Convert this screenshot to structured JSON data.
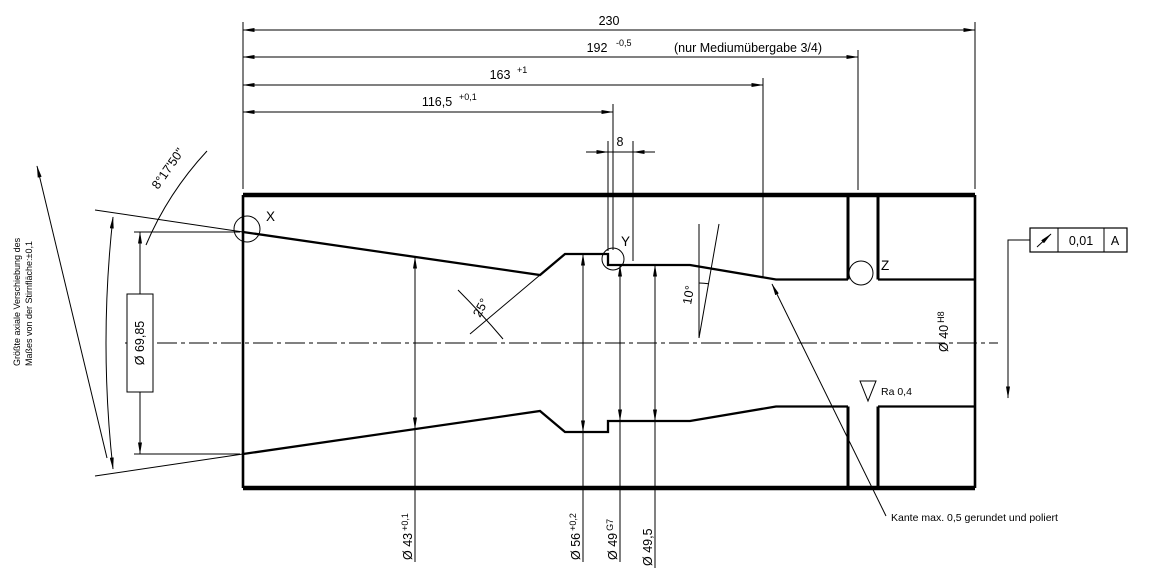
{
  "drawing": {
    "dims_top": {
      "d230": "230",
      "d192": "192",
      "d192_tol": "-0,5",
      "d192_note": "(nur Mediumübergabe 3/4)",
      "d163": "163",
      "d163_tol": "+1",
      "d116": "116,5",
      "d116_tol": "+0,1",
      "d8": "8"
    },
    "dims_left": {
      "taper_angle": "8°17'50\"",
      "gauge_dia": "Ø 69,85",
      "note_line1": "Größte axiale Verschiebung des",
      "note_line2": "Maßes von der Stirnfläche:±0,1"
    },
    "dims_bottom": {
      "d43": "Ø 43",
      "d43_tol": "+0,1",
      "d56": "Ø 56",
      "d56_tol": "+0,2",
      "d49": "Ø 49",
      "d49_fit": "G7",
      "d495": "Ø 49,5"
    },
    "dims_inner": {
      "angle25": "25°",
      "angle10": "10°",
      "d40": "Ø 40",
      "d40_fit": "H8",
      "ra": "Ra 0,4"
    },
    "gdt": {
      "value": "0,01",
      "datum": "A"
    },
    "details": {
      "x": "X",
      "y": "Y",
      "z": "Z"
    },
    "notes": {
      "edge": "Kante max. 0,5 gerundet und poliert"
    }
  }
}
